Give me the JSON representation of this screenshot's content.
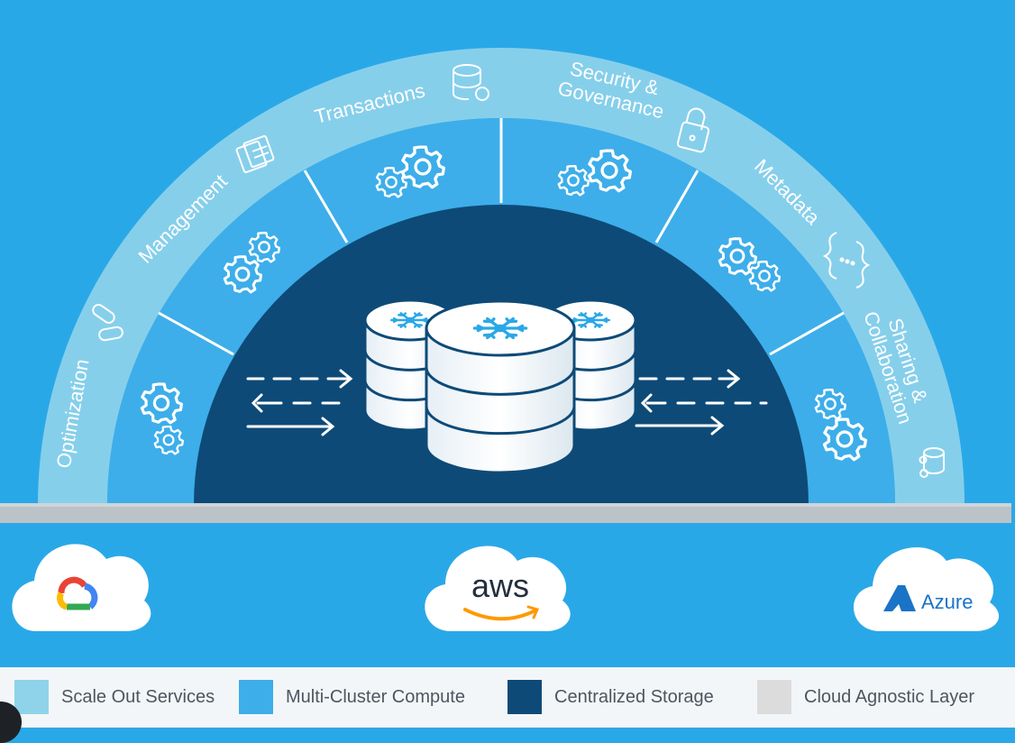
{
  "colors": {
    "background": "#29a8e8",
    "scale_out": "#8ed3ea",
    "multi_cluster": "#3daeea",
    "storage": "#0e4a77",
    "cloud_layer": "#bcc3c8"
  },
  "diagram": {
    "outer_ring_labels": [
      {
        "text": "Optimization",
        "icon": "pills-icon"
      },
      {
        "text": "Management",
        "icon": "documents-stack-icon"
      },
      {
        "text": "Transactions",
        "icon": "database-sync-icon"
      },
      {
        "line1": "Security &",
        "line2": "Governance",
        "icon": "padlock-icon"
      },
      {
        "text": "Metadata",
        "icon": "curly-braces-icon"
      },
      {
        "line1": "Sharing &",
        "line2": "Collaboration",
        "icon": "database-share-icon"
      }
    ],
    "compute_segments": 6,
    "core": {
      "icon": "snowflake-database-icon"
    },
    "clouds": [
      {
        "name": "google-cloud",
        "icon": "google-cloud-icon"
      },
      {
        "name": "aws",
        "label": "aws",
        "icon": "amazon-smile-icon"
      },
      {
        "name": "azure",
        "label": "Azure",
        "icon": "azure-icon"
      }
    ]
  },
  "legend": [
    {
      "label": "Scale Out Services",
      "color": "#8ed3ea"
    },
    {
      "label": "Multi-Cluster Compute",
      "color": "#3daeea"
    },
    {
      "label": "Centralized Storage",
      "color": "#0e4a77"
    },
    {
      "label": "Cloud Agnostic Layer",
      "color": "#dcdcdc"
    }
  ]
}
